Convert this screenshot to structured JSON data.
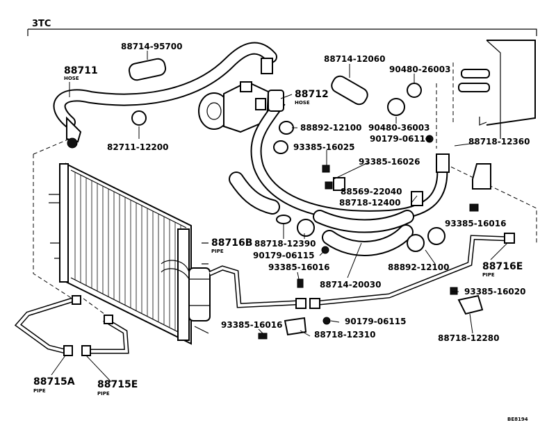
{
  "diagram": {
    "section": "3TC",
    "figure_code": "BE8194",
    "parts": [
      {
        "id": "p1",
        "number": "88714-95700",
        "note": ""
      },
      {
        "id": "p2",
        "number": "88711",
        "note": "HOSE"
      },
      {
        "id": "p3",
        "number": "82711-12200",
        "note": ""
      },
      {
        "id": "p4",
        "number": "88714-12060",
        "note": ""
      },
      {
        "id": "p5",
        "number": "90480-26003",
        "note": ""
      },
      {
        "id": "p6",
        "number": "88712",
        "note": "HOSE"
      },
      {
        "id": "p7",
        "number": "88892-12100",
        "note": ""
      },
      {
        "id": "p8",
        "number": "90480-36003",
        "note": ""
      },
      {
        "id": "p9",
        "number": "90179-06116",
        "note": ""
      },
      {
        "id": "p10",
        "number": "88718-12360",
        "note": ""
      },
      {
        "id": "p11",
        "number": "93385-16025",
        "note": ""
      },
      {
        "id": "p12",
        "number": "93385-16026",
        "note": ""
      },
      {
        "id": "p13",
        "number": "88569-22040",
        "note": ""
      },
      {
        "id": "p14",
        "number": "88718-12400",
        "note": ""
      },
      {
        "id": "p15",
        "number": "93385-16016",
        "note": ""
      },
      {
        "id": "p16",
        "number": "88718-12390",
        "note": ""
      },
      {
        "id": "p17",
        "number": "88716B",
        "note": "PIPE"
      },
      {
        "id": "p18",
        "number": "90179-06115",
        "note": ""
      },
      {
        "id": "p19",
        "number": "93385-16016",
        "note": ""
      },
      {
        "id": "p20",
        "number": "88892-12100",
        "note": ""
      },
      {
        "id": "p21",
        "number": "88716E",
        "note": "PIPE"
      },
      {
        "id": "p22",
        "number": "88714-20030",
        "note": ""
      },
      {
        "id": "p23",
        "number": "93385-16020",
        "note": ""
      },
      {
        "id": "p24",
        "number": "93385-16016",
        "note": ""
      },
      {
        "id": "p25",
        "number": "90179-06115",
        "note": ""
      },
      {
        "id": "p26",
        "number": "88718-12310",
        "note": ""
      },
      {
        "id": "p27",
        "number": "88718-12280",
        "note": ""
      },
      {
        "id": "p28",
        "number": "88715A",
        "note": "PIPE"
      },
      {
        "id": "p29",
        "number": "88715E",
        "note": "PIPE"
      }
    ]
  }
}
